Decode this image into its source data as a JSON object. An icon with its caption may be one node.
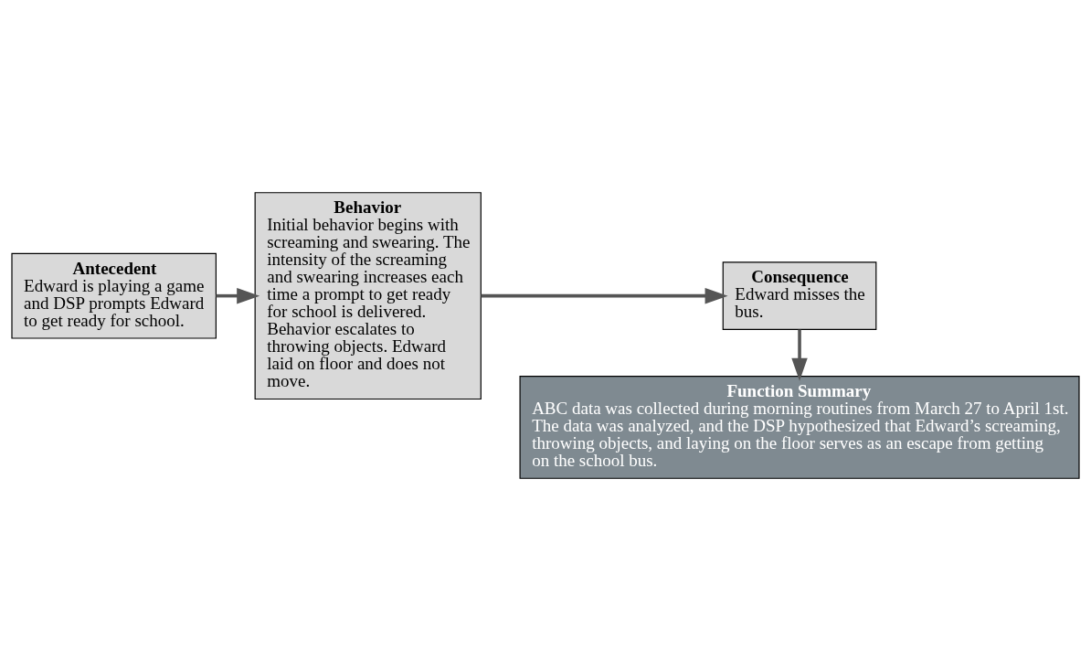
{
  "diagram": {
    "nodes": [
      {
        "text": [
          "Antecedent",
          "Edward is playing a game and DSP prompts Edward to get ready for school."
        ]
      },
      {
        "text": [
          "Behavior",
          "Initial behavior begins with screaming and swearing. The intensity of the screaming and swearing increases each time a prompt to get ready for school is delivered. Behavior escalates to throwing objects. Edward laid on floor and does not move."
        ]
      },
      {
        "text": [
          "Consequence",
          "Edward misses the bus."
        ]
      },
      {
        "text": [
          "Function Summary",
          "ABC data was collected during morning routines from March 27 to April 1st. The data was analyzed, and the DSP hypothesized that Edward’s screaming, throwing objects, and laying on the floor serves as an escape from getting on the school bus."
        ]
      }
    ],
    "edges": [
      {
        "from": 0,
        "to": 1,
        "arrow": "to"
      },
      {
        "from": 1,
        "to": 2,
        "arrow": "to"
      },
      {
        "from": 2,
        "to": 3,
        "arrow": "to"
      }
    ]
  }
}
